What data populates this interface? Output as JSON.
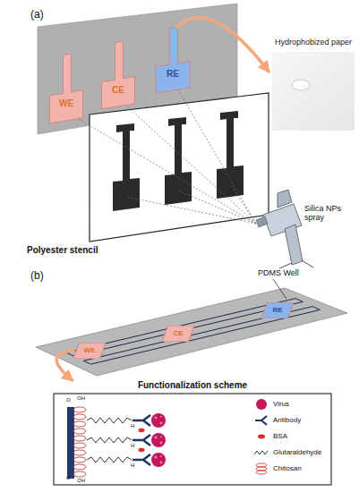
{
  "diagram": {
    "nodes": [
      {
        "text": [
          "WE"
        ]
      },
      {
        "text": [
          "CE"
        ]
      },
      {
        "text": [
          "RE"
        ]
      },
      {
        "text": [
          "Hydrophobized paper"
        ]
      },
      {
        "text": [
          "WE"
        ]
      },
      {
        "text": [
          "CE"
        ]
      },
      {
        "text": [
          "RE"
        ]
      },
      {
        "text": [
          "Functionalization scheme"
        ]
      }
    ],
    "edges": [
      {
        "from": 2,
        "to": 3,
        "arrow": "to"
      },
      {
        "from": 4,
        "to": 7,
        "arrow": "to"
      }
    ],
    "labels": [
      "(a)",
      "Polyester stencil",
      "Silica NPs spray",
      "(b)",
      "PDMS Well",
      "OH",
      "O",
      "O",
      "OH",
      "H",
      "H",
      "H"
    ],
    "legend": [
      {
        "text": "Virus"
      },
      {
        "text": "Antibody"
      },
      {
        "text": "BSA"
      },
      {
        "text": "Glutaraldehyde"
      },
      {
        "text": "Chitosan"
      }
    ]
  }
}
